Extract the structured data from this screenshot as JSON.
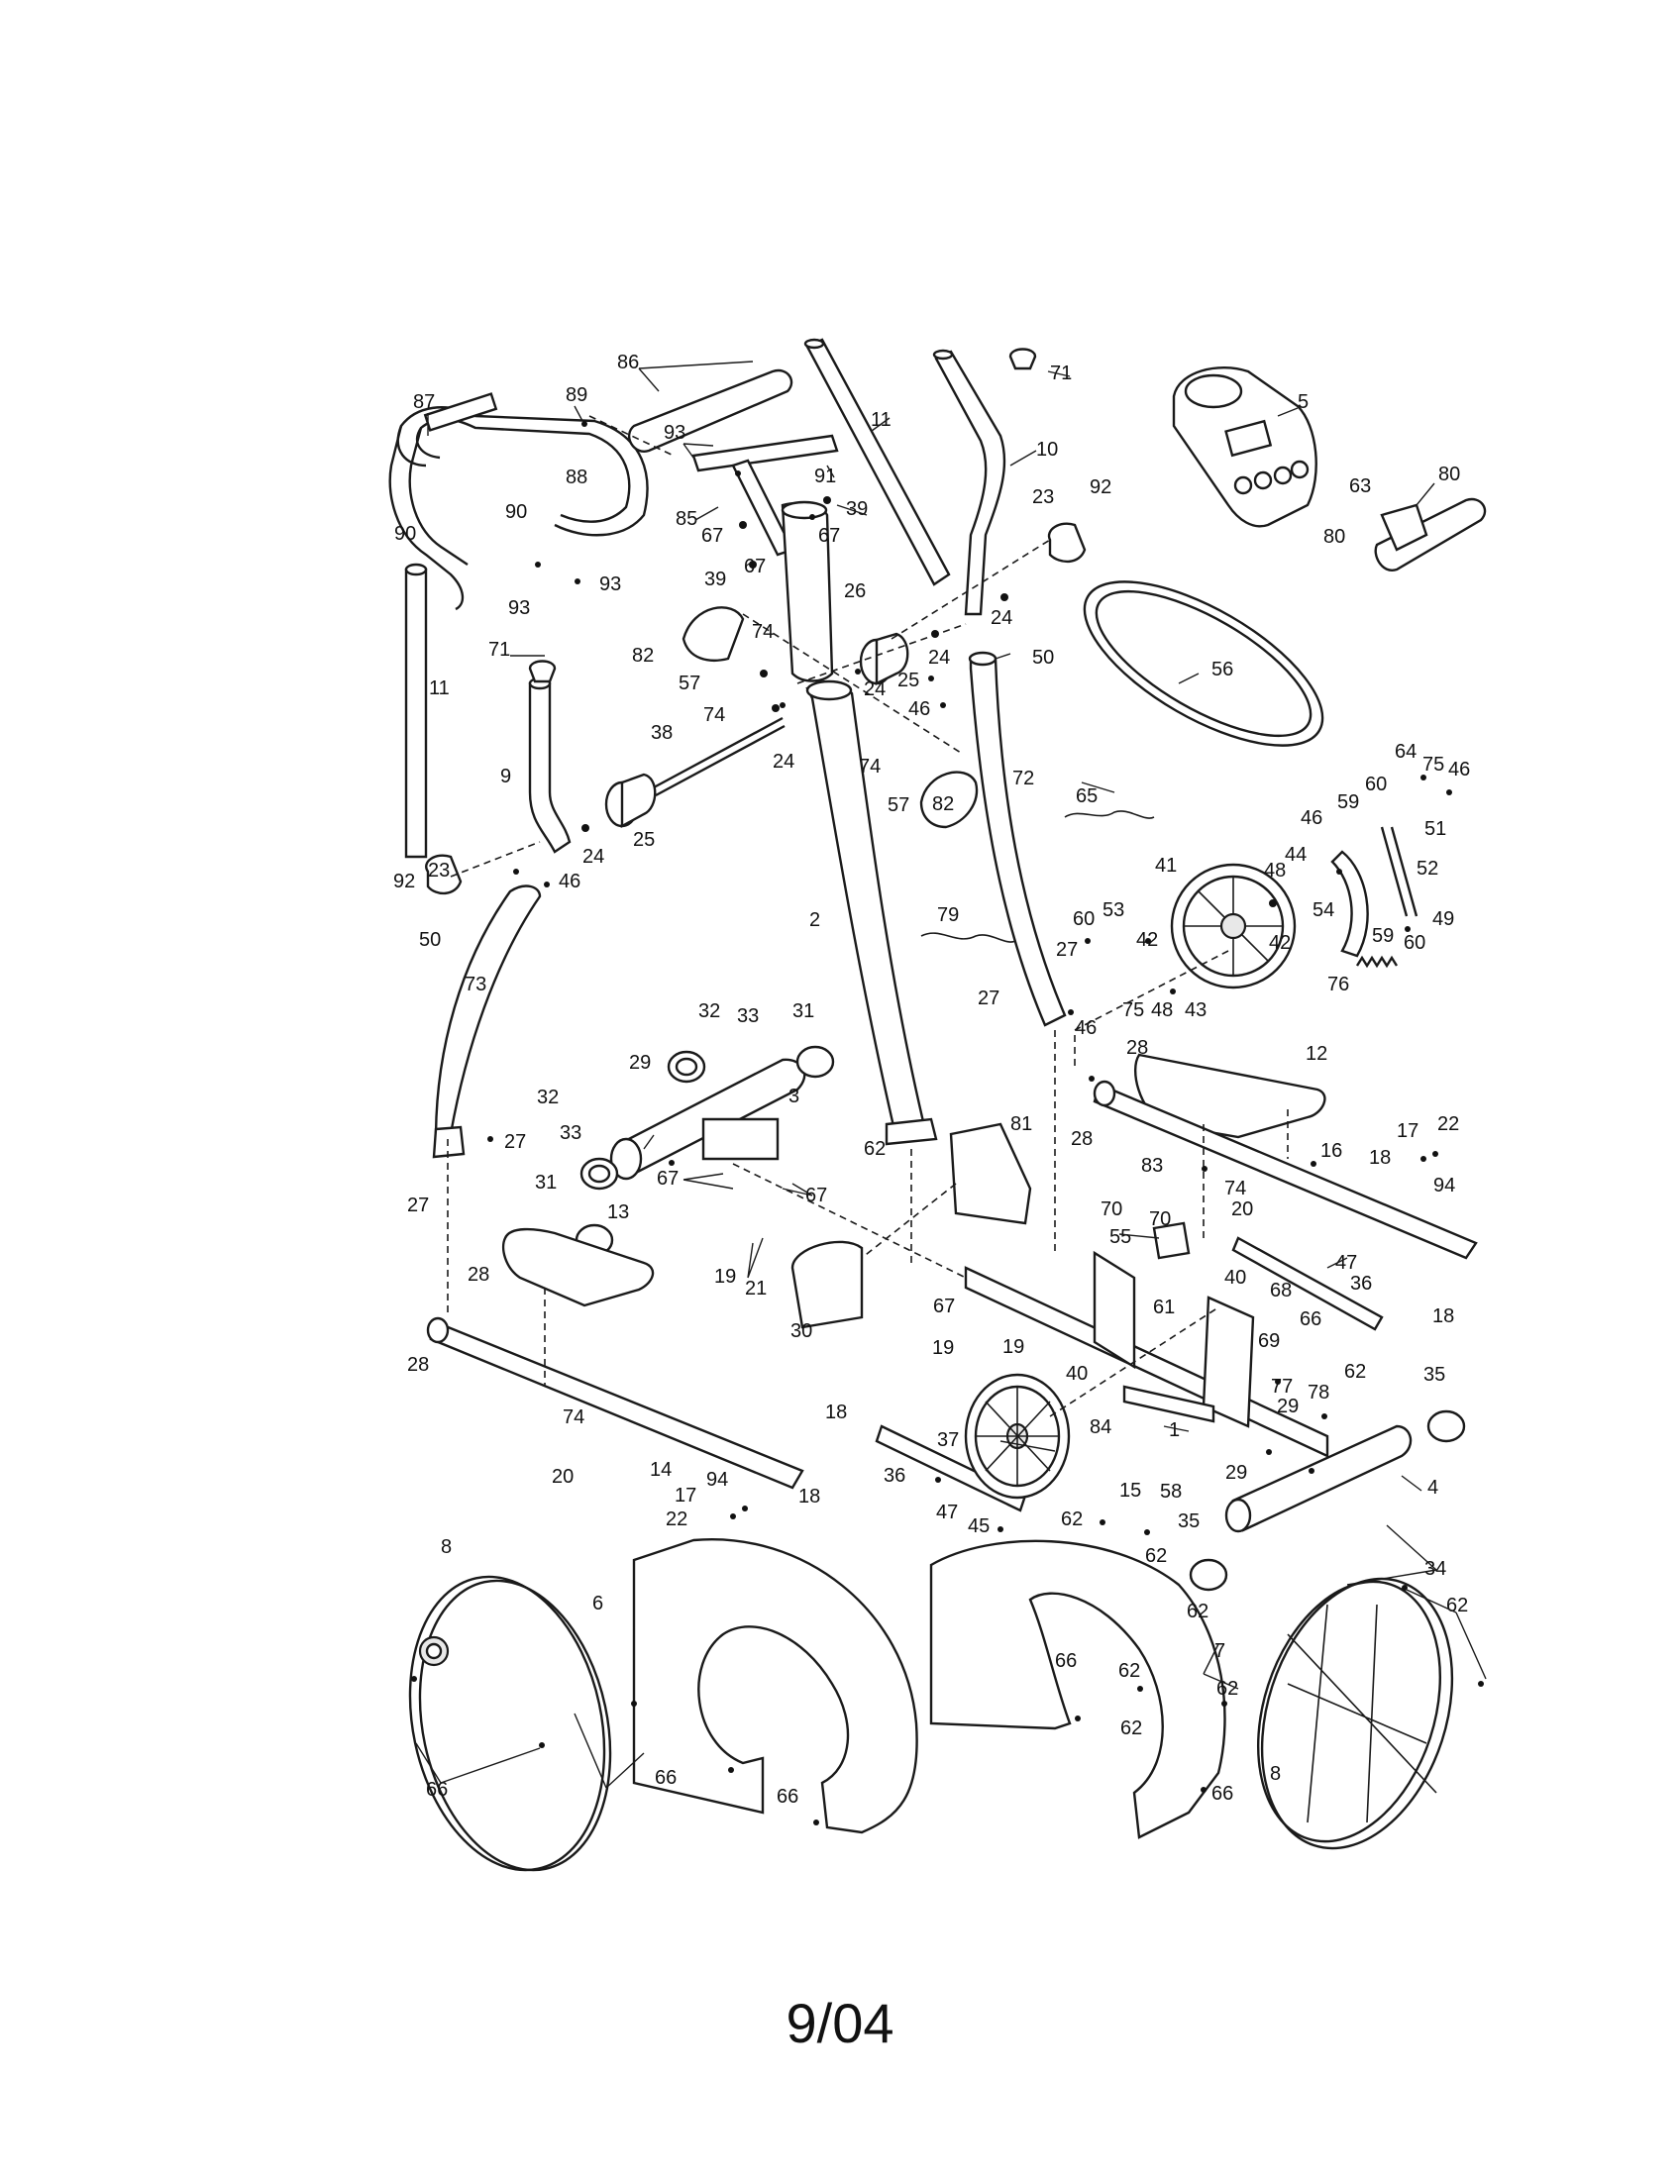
{
  "footer": {
    "date_code": "9/04"
  },
  "diagram": {
    "labels": [
      {
        "text": "86"
      },
      {
        "text": "87"
      },
      {
        "text": "89"
      },
      {
        "text": "88"
      },
      {
        "text": "93"
      },
      {
        "text": "91"
      },
      {
        "text": "85"
      },
      {
        "text": "67"
      },
      {
        "text": "67"
      },
      {
        "text": "39"
      },
      {
        "text": "39"
      },
      {
        "text": "67"
      },
      {
        "text": "90"
      },
      {
        "text": "90"
      },
      {
        "text": "93"
      },
      {
        "text": "93"
      },
      {
        "text": "11"
      },
      {
        "text": "10"
      },
      {
        "text": "71"
      },
      {
        "text": "5"
      },
      {
        "text": "23"
      },
      {
        "text": "92"
      },
      {
        "text": "63"
      },
      {
        "text": "80"
      },
      {
        "text": "80"
      },
      {
        "text": "26"
      },
      {
        "text": "24"
      },
      {
        "text": "82"
      },
      {
        "text": "74"
      },
      {
        "text": "57"
      },
      {
        "text": "74"
      },
      {
        "text": "24"
      },
      {
        "text": "25"
      },
      {
        "text": "24"
      },
      {
        "text": "46"
      },
      {
        "text": "50"
      },
      {
        "text": "56"
      },
      {
        "text": "71"
      },
      {
        "text": "11"
      },
      {
        "text": "38"
      },
      {
        "text": "9"
      },
      {
        "text": "74"
      },
      {
        "text": "57"
      },
      {
        "text": "82"
      },
      {
        "text": "72"
      },
      {
        "text": "24"
      },
      {
        "text": "25"
      },
      {
        "text": "24"
      },
      {
        "text": "46"
      },
      {
        "text": "92"
      },
      {
        "text": "23"
      },
      {
        "text": "50"
      },
      {
        "text": "2"
      },
      {
        "text": "65"
      },
      {
        "text": "64"
      },
      {
        "text": "75"
      },
      {
        "text": "46"
      },
      {
        "text": "60"
      },
      {
        "text": "59"
      },
      {
        "text": "51"
      },
      {
        "text": "46"
      },
      {
        "text": "44"
      },
      {
        "text": "48"
      },
      {
        "text": "41"
      },
      {
        "text": "52"
      },
      {
        "text": "54"
      },
      {
        "text": "42"
      },
      {
        "text": "49"
      },
      {
        "text": "59"
      },
      {
        "text": "60"
      },
      {
        "text": "60"
      },
      {
        "text": "53"
      },
      {
        "text": "27"
      },
      {
        "text": "42"
      },
      {
        "text": "48"
      },
      {
        "text": "43"
      },
      {
        "text": "75"
      },
      {
        "text": "79"
      },
      {
        "text": "27"
      },
      {
        "text": "46"
      },
      {
        "text": "76"
      },
      {
        "text": "73"
      },
      {
        "text": "32"
      },
      {
        "text": "33"
      },
      {
        "text": "31"
      },
      {
        "text": "29"
      },
      {
        "text": "32"
      },
      {
        "text": "3"
      },
      {
        "text": "28"
      },
      {
        "text": "12"
      },
      {
        "text": "33"
      },
      {
        "text": "27"
      },
      {
        "text": "28"
      },
      {
        "text": "62"
      },
      {
        "text": "81"
      },
      {
        "text": "31"
      },
      {
        "text": "16"
      },
      {
        "text": "17"
      },
      {
        "text": "22"
      },
      {
        "text": "18"
      },
      {
        "text": "94"
      },
      {
        "text": "27"
      },
      {
        "text": "67"
      },
      {
        "text": "67"
      },
      {
        "text": "83"
      },
      {
        "text": "74"
      },
      {
        "text": "20"
      },
      {
        "text": "70"
      },
      {
        "text": "70"
      },
      {
        "text": "13"
      },
      {
        "text": "55"
      },
      {
        "text": "47"
      },
      {
        "text": "19"
      },
      {
        "text": "21"
      },
      {
        "text": "28"
      },
      {
        "text": "30"
      },
      {
        "text": "61"
      },
      {
        "text": "40"
      },
      {
        "text": "36"
      },
      {
        "text": "68"
      },
      {
        "text": "18"
      },
      {
        "text": "66"
      },
      {
        "text": "67"
      },
      {
        "text": "69"
      },
      {
        "text": "19"
      },
      {
        "text": "19"
      },
      {
        "text": "62"
      },
      {
        "text": "77"
      },
      {
        "text": "78"
      },
      {
        "text": "28"
      },
      {
        "text": "35"
      },
      {
        "text": "40"
      },
      {
        "text": "74"
      },
      {
        "text": "29"
      },
      {
        "text": "18"
      },
      {
        "text": "84"
      },
      {
        "text": "1"
      },
      {
        "text": "20"
      },
      {
        "text": "14"
      },
      {
        "text": "37"
      },
      {
        "text": "36"
      },
      {
        "text": "94"
      },
      {
        "text": "18"
      },
      {
        "text": "17"
      },
      {
        "text": "22"
      },
      {
        "text": "47"
      },
      {
        "text": "15"
      },
      {
        "text": "58"
      },
      {
        "text": "29"
      },
      {
        "text": "4"
      },
      {
        "text": "45"
      },
      {
        "text": "62"
      },
      {
        "text": "62"
      },
      {
        "text": "35"
      },
      {
        "text": "34"
      },
      {
        "text": "8"
      },
      {
        "text": "6"
      },
      {
        "text": "62"
      },
      {
        "text": "7"
      },
      {
        "text": "62"
      },
      {
        "text": "66"
      },
      {
        "text": "62"
      },
      {
        "text": "62"
      },
      {
        "text": "66"
      },
      {
        "text": "66"
      },
      {
        "text": "62"
      },
      {
        "text": "66"
      },
      {
        "text": "66"
      },
      {
        "text": "8"
      }
    ]
  }
}
